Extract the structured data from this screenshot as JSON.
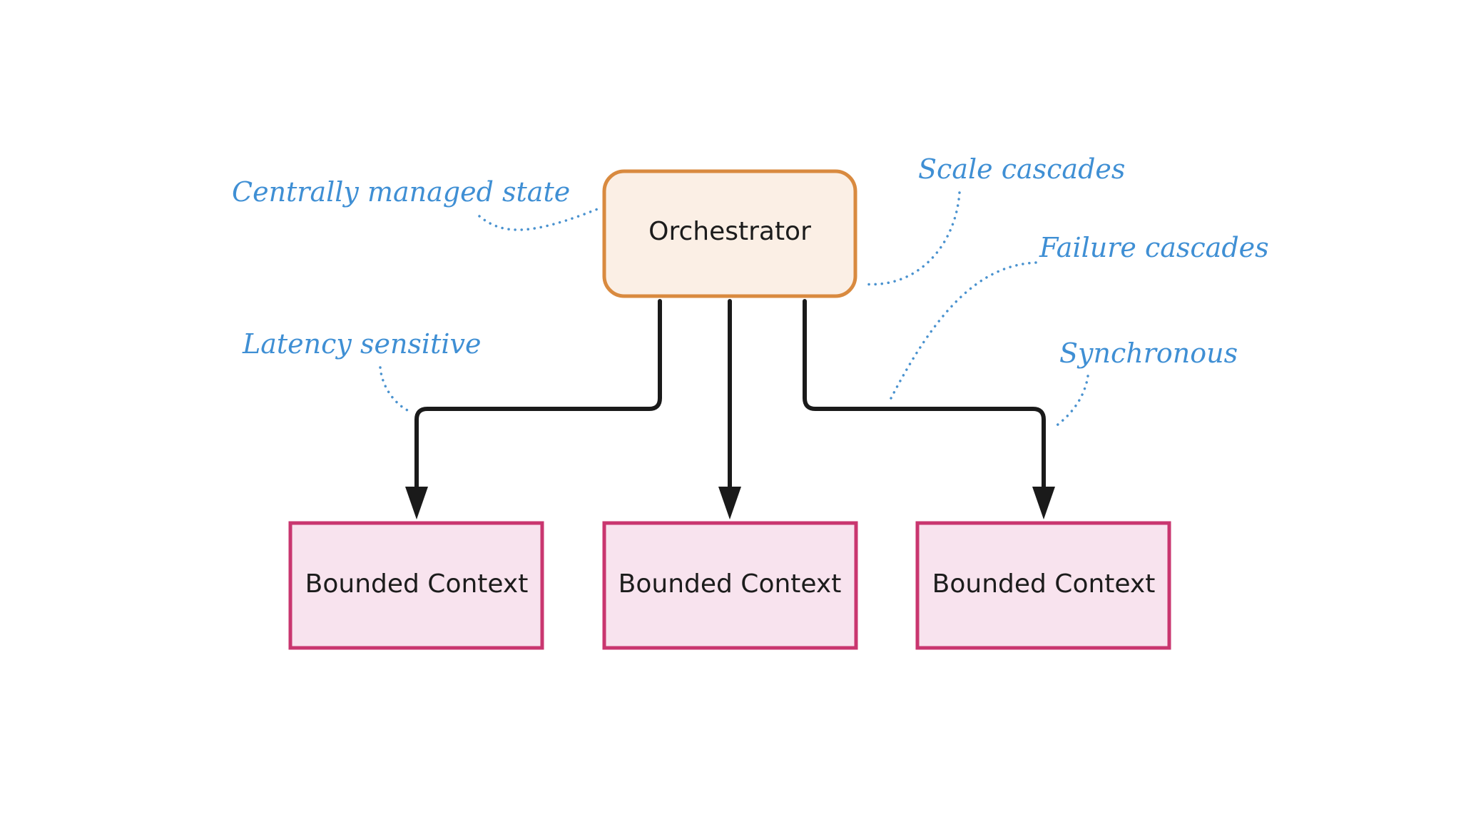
{
  "diagram": {
    "orchestrator": {
      "label": "Orchestrator",
      "fill": "#fbefe5",
      "stroke": "#d98a3f"
    },
    "bounded_contexts": [
      {
        "label": "Bounded Context"
      },
      {
        "label": "Bounded Context"
      },
      {
        "label": "Bounded Context"
      }
    ],
    "bounded_context_style": {
      "fill": "#f8e3ee",
      "stroke": "#c9366f"
    },
    "annotations": {
      "centrally_managed_state": "Centrally managed state",
      "scale_cascades": "Scale cascades",
      "failure_cascades": "Failure cascades",
      "latency_sensitive": "Latency sensitive",
      "synchronous": "Synchronous"
    },
    "colors": {
      "annotation": "#3f8fd4",
      "connector": "#1a1a1a",
      "background": "#ffffff"
    }
  }
}
